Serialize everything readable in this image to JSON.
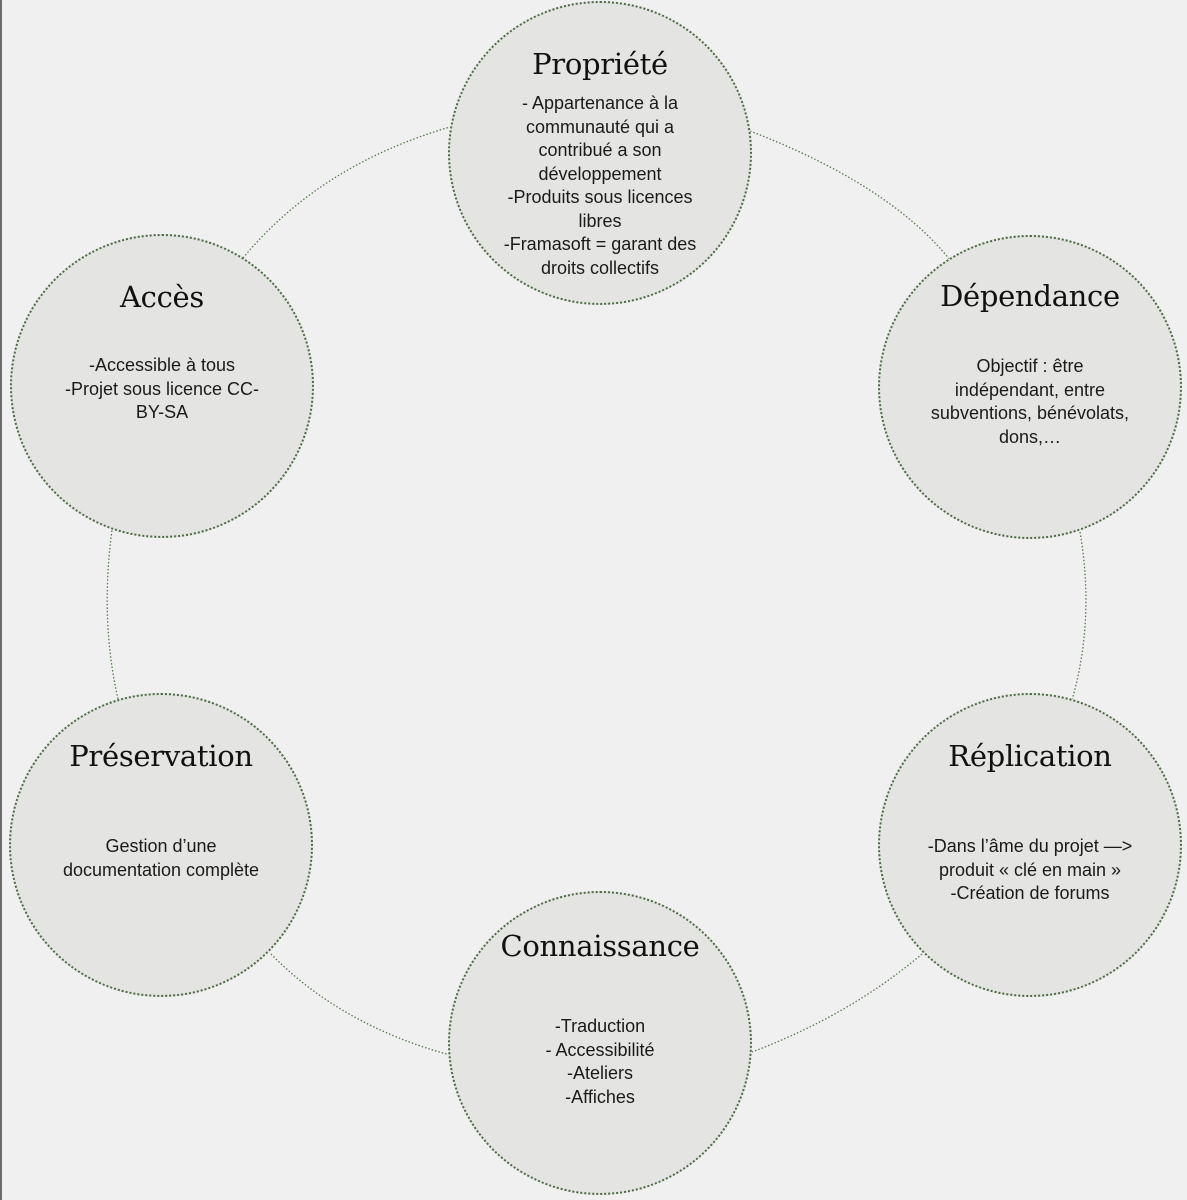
{
  "nodes": {
    "propriete": {
      "title": "Propriété",
      "lines": [
        "- Appartenance à la",
        "communauté qui a",
        "contribué a son",
        "développement",
        "-Produits sous licences",
        "libres",
        "-Framasoft = garant des",
        "droits collectifs"
      ]
    },
    "dependance": {
      "title": "Dépendance",
      "lines": [
        "Objectif : être",
        "indépendant, entre",
        "subventions, bénévolats,",
        "dons,…"
      ]
    },
    "replication": {
      "title": "Réplication",
      "lines": [
        "-Dans l’âme du projet —>",
        "produit « clé en main »",
        "-Création de forums"
      ]
    },
    "connaissance": {
      "title": "Connaissance",
      "lines": [
        "-Traduction",
        "- Accessibilité",
        "-Ateliers",
        "-Affiches"
      ]
    },
    "preservation": {
      "title": "Préservation",
      "lines": [
        "Gestion d’une",
        "documentation complète"
      ]
    },
    "acces": {
      "title": "Accès",
      "lines": [
        "-Accessible à tous",
        "-Projet sous licence CC-",
        "BY-SA"
      ]
    }
  },
  "colors": {
    "background": "#f0f0f0",
    "node_fill": "#e4e4e2",
    "node_border": "#4d6b45",
    "connector": "#5a7a52"
  }
}
